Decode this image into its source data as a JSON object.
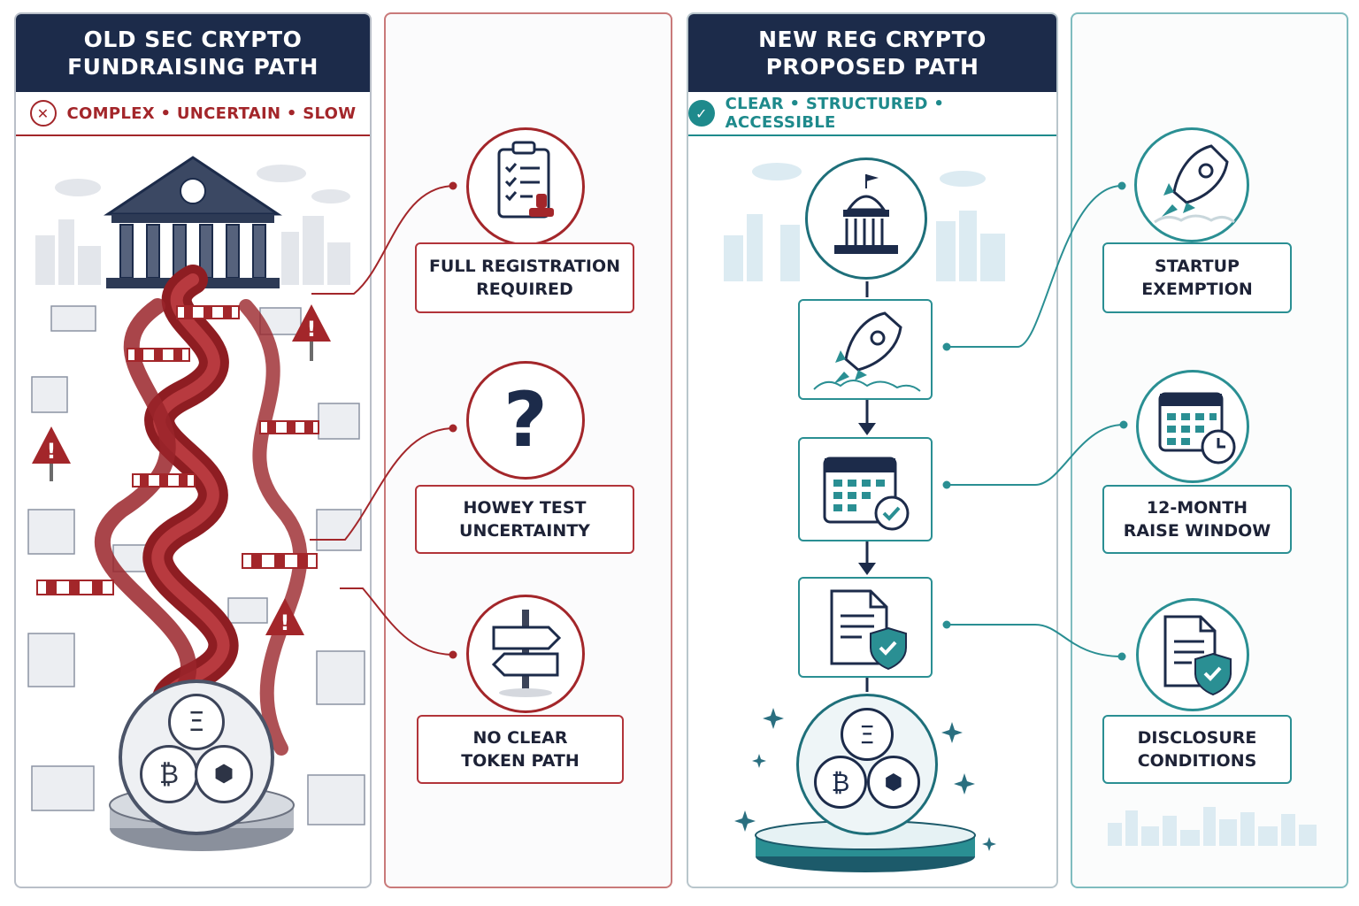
{
  "old_path": {
    "title_line1": "OLD SEC CRYPTO",
    "title_line2": "FUNDRAISING PATH",
    "subtitle": "COMPLEX • UNCERTAIN • SLOW",
    "items": [
      {
        "line1": "FULL REGISTRATION",
        "line2": "REQUIRED",
        "icon": "checklist-stamp-icon"
      },
      {
        "line1": "HOWEY TEST",
        "line2": "UNCERTAINTY",
        "icon": "question-mark-icon"
      },
      {
        "line1": "NO CLEAR",
        "line2": "TOKEN PATH",
        "icon": "signpost-icon"
      }
    ],
    "coins": [
      "Ξ",
      "₿",
      "⬢"
    ]
  },
  "new_path": {
    "title_line1": "NEW REG CRYPTO",
    "title_line2": "PROPOSED PATH",
    "subtitle": "CLEAR • STRUCTURED • ACCESSIBLE",
    "items": [
      {
        "line1": "STARTUP",
        "line2": "EXEMPTION",
        "icon": "rocket-icon"
      },
      {
        "line1": "12-MONTH",
        "line2": "RAISE WINDOW",
        "icon": "calendar-clock-icon"
      },
      {
        "line1": "DISCLOSURE",
        "line2": "CONDITIONS",
        "icon": "document-shield-icon"
      }
    ],
    "coins": [
      "Ξ",
      "₿",
      "⬢"
    ]
  },
  "colors": {
    "navy": "#1c2b4a",
    "red": "#a3262a",
    "teal": "#2a8f93"
  }
}
